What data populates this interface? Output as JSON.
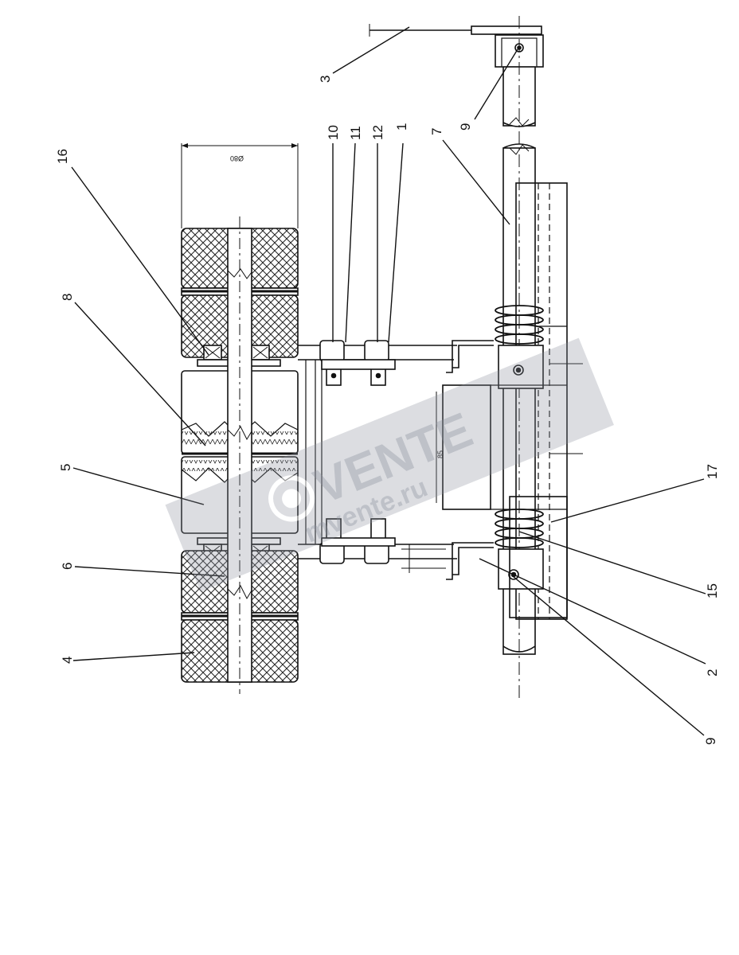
{
  "callouts": {
    "c3": "3",
    "c9_top": "9",
    "c10": "10",
    "c11": "11",
    "c12": "12",
    "c1": "1",
    "c7": "7",
    "c16": "16",
    "c8": "8",
    "c5": "5",
    "c6": "6",
    "c4": "4",
    "c17": "17",
    "c15": "15",
    "c2": "2",
    "c9_bottom": "9"
  },
  "dimensions": {
    "outer_diameter": "Ø80",
    "plate_width": "85"
  },
  "watermark": {
    "brand": "VENTE",
    "site": "mvente.ru",
    "color": "#8a8f9c"
  }
}
